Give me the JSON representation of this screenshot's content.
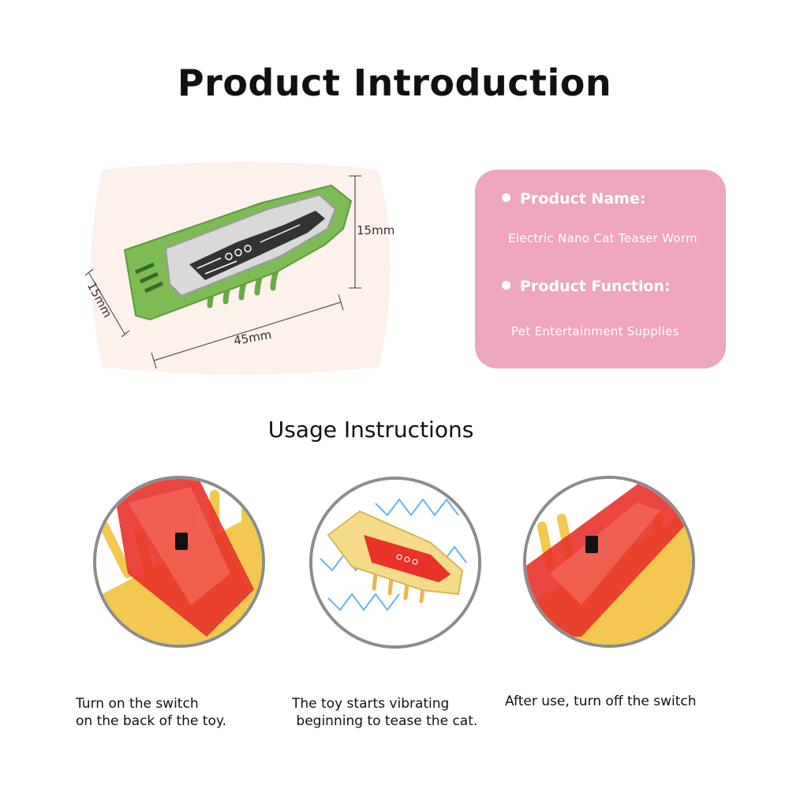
{
  "header": {
    "title": "Product Introduction"
  },
  "dimensions": {
    "width_label": "15mm",
    "height_label": "15mm",
    "length_label": "45mm"
  },
  "info": {
    "name_label": "Product Name:",
    "name_value": "Electric Nano Cat Teaser Worm",
    "function_label": "Product Function:",
    "function_value": "Pet Entertainment Supplies"
  },
  "usage": {
    "title": "Usage Instructions",
    "steps": [
      {
        "line1": "Turn on the switch",
        "line2": "on the back of the toy."
      },
      {
        "line1": "The toy starts vibrating",
        "line2": " beginning to tease the cat."
      },
      {
        "line1": "After use, turn off the switch",
        "line2": ""
      }
    ]
  },
  "colors": {
    "card_pink": "#eda6bd",
    "panel_bg": "#fdf1ec",
    "toy_green": "#7dbb55",
    "toy_red": "#e8322a",
    "toy_yellow": "#f3c84f",
    "ring_gray": "#8c8c8c",
    "wave_blue": "#6ab3e8"
  }
}
